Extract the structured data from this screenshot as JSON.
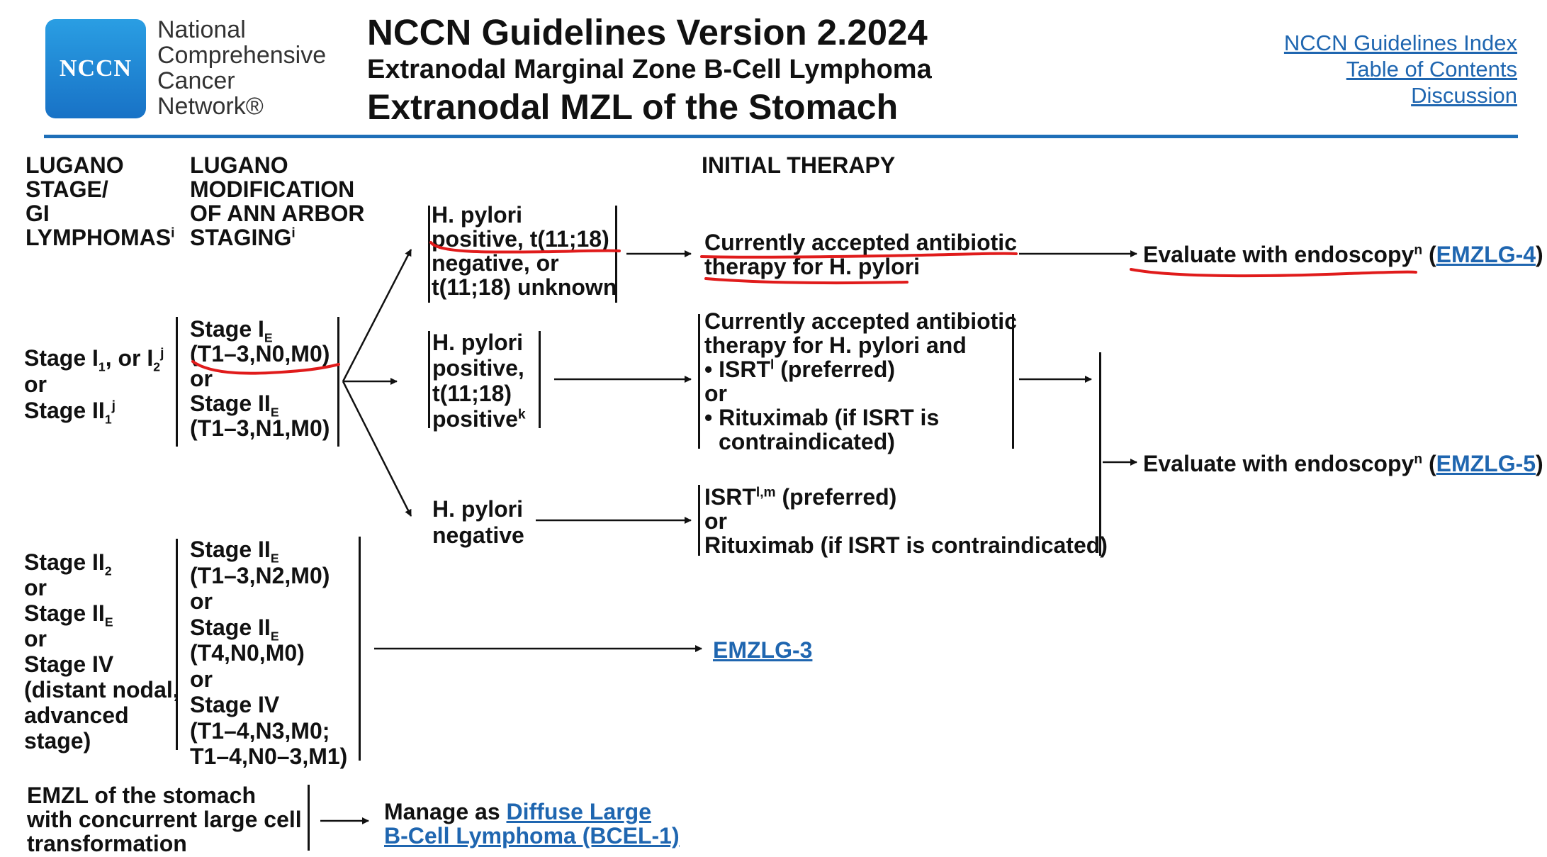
{
  "header": {
    "logo_text": "NCCN",
    "org_lines": [
      "National",
      "Comprehensive",
      "Cancer",
      "Network®"
    ],
    "title": "NCCN Guidelines Version 2.2024",
    "subtitle": "Extranodal Marginal Zone B-Cell Lymphoma",
    "section": "Extranodal MZL of the Stomach",
    "links": [
      "NCCN Guidelines Index",
      "Table of Contents",
      "Discussion"
    ]
  },
  "columns": {
    "lugano_stage": [
      "LUGANO",
      "STAGE/",
      "GI",
      "LYMPHOMAS"
    ],
    "lugano_stage_sup": "i",
    "ann_arbor": [
      "LUGANO",
      "MODIFICATION",
      "OF ANN ARBOR",
      "STAGING"
    ],
    "ann_arbor_sup": "i",
    "initial_therapy": "INITIAL THERAPY"
  },
  "row1": {
    "stage": {
      "a": "Stage I",
      "a_sub": "1",
      "a_mid": ", or I",
      "a_sub2": "2",
      "a_sup": "j",
      "or": "or",
      "b": "Stage II",
      "b_sub": "1",
      "b_sup": "j"
    },
    "ann_arbor": {
      "a": "Stage I",
      "a_sub": "E",
      "a_tnm": "(T1–3,N0,M0)",
      "or": "or",
      "b": "Stage II",
      "b_sub": "E",
      "b_tnm": "(T1–3,N1,M0)"
    },
    "branch1": {
      "condition": [
        "H. pylori",
        "positive, t(11;18)",
        "negative, or",
        "t(11;18) unknown"
      ],
      "therapy": [
        "Currently accepted antibiotic",
        "therapy for H. pylori"
      ],
      "outcome": "Evaluate with endoscopy",
      "outcome_sup": "n",
      "outcome_link": "EMZLG-4"
    },
    "branch2": {
      "condition": [
        "H. pylori",
        "positive,",
        "t(11;18)",
        "positive"
      ],
      "condition_sup": "k",
      "therapy_intro": [
        "Currently accepted antibiotic",
        "therapy for H. pylori and"
      ],
      "therapy_opt1": "• ISRT",
      "therapy_opt1_sup": "l",
      "therapy_opt1_note": " (preferred)",
      "therapy_or": "or",
      "therapy_opt2": [
        "• Rituximab (if ISRT is",
        "contraindicated)"
      ]
    },
    "branch3": {
      "condition": [
        "H. pylori",
        "negative"
      ],
      "therapy_opt1": "ISRT",
      "therapy_opt1_sup": "l,m",
      "therapy_opt1_note": " (preferred)",
      "therapy_or": "or",
      "therapy_opt2": "Rituximab (if ISRT is contraindicated)"
    },
    "shared_outcome": "Evaluate with endoscopy",
    "shared_outcome_sup": "n",
    "shared_outcome_link": "EMZLG-5"
  },
  "row2": {
    "stage": {
      "a": "Stage II",
      "a_sub": "2",
      "or1": "or",
      "b": "Stage II",
      "b_sub": "E",
      "or2": "or",
      "c": [
        "Stage IV",
        "(distant nodal,",
        "advanced",
        "stage)"
      ]
    },
    "ann_arbor": {
      "a": "Stage II",
      "a_sub": "E",
      "a_tnm": "(T1–3,N2,M0)",
      "or1": "or",
      "b": "Stage II",
      "b_sub": "E",
      "b_tnm": "(T4,N0,M0)",
      "or2": "or",
      "c": [
        "Stage IV",
        "(T1–4,N3,M0;",
        "T1–4,N0–3,M1)"
      ]
    },
    "link": "EMZLG-3"
  },
  "row3": {
    "condition": [
      "EMZL of the stomach",
      "with concurrent large cell",
      "transformation"
    ],
    "manage_prefix": "Manage as ",
    "manage_link_line1": "Diffuse Large",
    "manage_link_line2": "B-Cell Lymphoma (BCEL-1)"
  },
  "colors": {
    "logo_blue": "#1872c6",
    "rule_blue": "#1e6fb8",
    "link_blue": "#1f66b0",
    "annotation_red": "#e01b1b"
  }
}
